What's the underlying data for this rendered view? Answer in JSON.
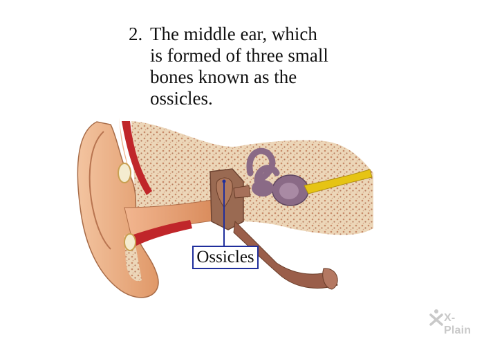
{
  "caption": {
    "number": "2.",
    "lines": [
      "The middle ear, which",
      "is formed of three small",
      "bones known as the",
      "ossicles."
    ]
  },
  "callout": {
    "label": "Ossicles"
  },
  "logo": {
    "text": "X-Plain",
    "color": "#c9c9c9"
  },
  "colors": {
    "label_border": "#1f2e9c",
    "skin": "#e8a67a",
    "bone": "#e9d0b0",
    "bone_spots": "#c98a6a",
    "vessel_red": "#c0262a",
    "cochlea": "#8a6a86",
    "nerve": "#e6c414"
  }
}
